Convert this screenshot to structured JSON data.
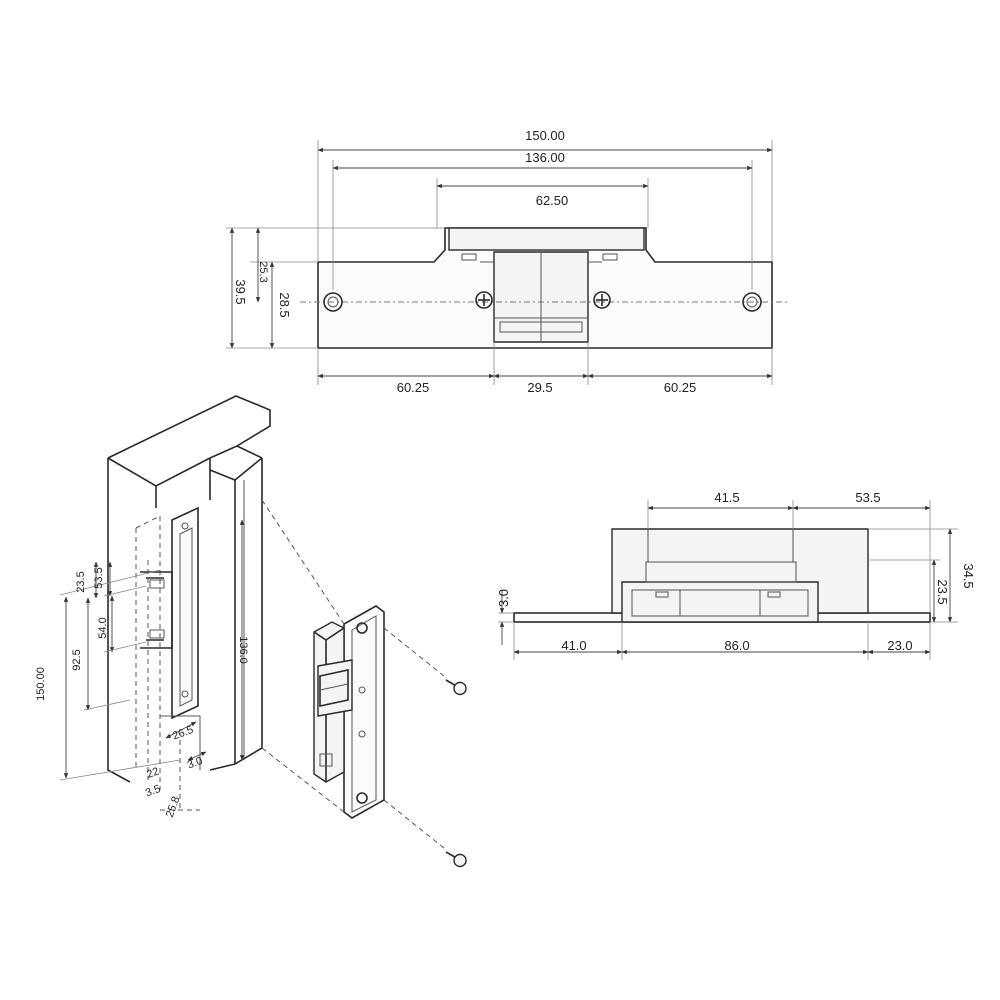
{
  "top_view": {
    "dim_overall": "150.00",
    "dim_hole_spacing": "136.00",
    "dim_body": "62.50",
    "dim_height_total": "39.5",
    "dim_height_inner": "25.3",
    "dim_height_plate": "28.5",
    "dim_left": "60.25",
    "dim_center": "29.5",
    "dim_right": "60.25"
  },
  "side_view": {
    "dim_top_left": "41.5",
    "dim_top_right": "53.5",
    "dim_height_total": "34.5",
    "dim_height_body": "23.5",
    "dim_plate_thickness": "3.0",
    "dim_bottom_left": "41.0",
    "dim_bottom_center": "86.0",
    "dim_bottom_right": "23.0"
  },
  "iso_view": {
    "dim_150": "150.00",
    "dim_92": "92.5",
    "dim_235": "23.5",
    "dim_535": "53.5",
    "dim_540": "54.0",
    "dim_136": "136.0",
    "dim_265": "26.5",
    "dim_30": "3.0",
    "dim_22": "22",
    "dim_35": "3.5",
    "dim_258": "25.8"
  }
}
